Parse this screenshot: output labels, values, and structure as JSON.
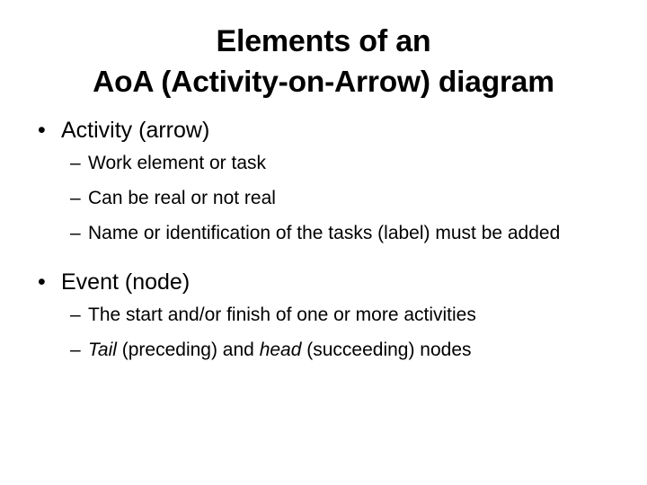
{
  "slide": {
    "background_color": "#ffffff",
    "text_color": "#000000",
    "title": {
      "line1": "Elements of an",
      "line2": "AoA (Activity-on-Arrow) diagram"
    },
    "bullet_glyph": "•",
    "dash_glyph": "–",
    "groups": [
      {
        "heading": "Activity (arrow)",
        "sub_items": [
          {
            "text": "Work element or task"
          },
          {
            "text": "Can be real or not real"
          },
          {
            "text": "Name or identification of the tasks (label) must be added"
          }
        ]
      },
      {
        "heading": "Event (node)",
        "sub_items": [
          {
            "text": "The start and/or finish of one or more activities"
          },
          {
            "rich": true,
            "parts": [
              {
                "text": "Tail",
                "italic": true
              },
              {
                "text": " (preceding) and ",
                "italic": false
              },
              {
                "text": "head",
                "italic": true
              },
              {
                "text": " (succeeding) nodes",
                "italic": false
              }
            ]
          }
        ]
      }
    ]
  }
}
